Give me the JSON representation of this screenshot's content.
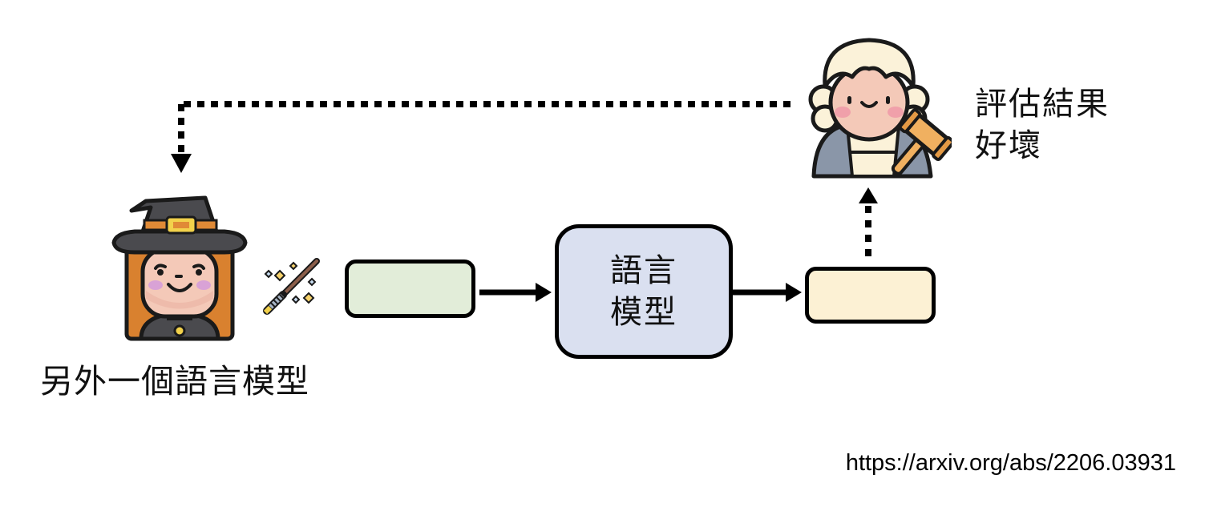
{
  "diagram": {
    "title": "Language model evaluated by another language model",
    "nodes": {
      "generator": {
        "label": "另外一個語言模型",
        "icon": "witch-icon",
        "tool_icon": "magic-wand-icon"
      },
      "input": {
        "label": "",
        "fill": "#E2EDD9"
      },
      "language_model": {
        "label_line1": "語言",
        "label_line2": "模型",
        "fill": "#DAE0F0"
      },
      "output": {
        "label": "",
        "fill": "#FCF1D4"
      },
      "evaluator": {
        "label_line1": "評估結果",
        "label_line2": "好壞",
        "icon": "judge-icon"
      }
    },
    "edges": [
      {
        "from": "input",
        "to": "language_model",
        "style": "solid"
      },
      {
        "from": "language_model",
        "to": "output",
        "style": "solid"
      },
      {
        "from": "output",
        "to": "evaluator",
        "style": "dotted"
      },
      {
        "from": "evaluator",
        "to": "generator",
        "style": "dotted"
      }
    ]
  },
  "source": {
    "url": "https://arxiv.org/abs/2206.03931"
  },
  "colors": {
    "stroke": "#000000",
    "hat": "#4A4A4E",
    "hat_band": "#E08A36",
    "buckle": "#F2D14B",
    "hair_witch": "#D9812F",
    "skin": "#F4C9B8",
    "blush": "#D9A2D6",
    "wig": "#FBF2D9",
    "robe": "#8A96A8",
    "gavel": "#F0B060"
  }
}
